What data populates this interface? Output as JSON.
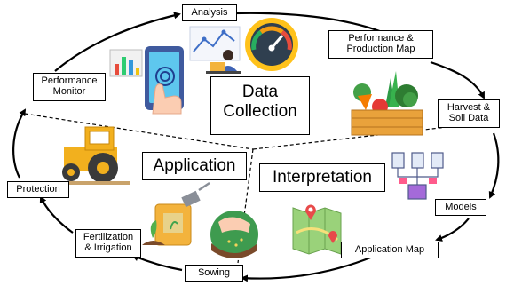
{
  "phases": {
    "data_collection": [
      "Data",
      "Collection"
    ],
    "application": "Application",
    "interpretation": "Interpretation"
  },
  "steps": {
    "analysis": "Analysis",
    "performance_production_map": [
      "Performance &",
      "Production Map"
    ],
    "harvest_soil_data": [
      "Harvest &",
      "Soil Data"
    ],
    "models": "Models",
    "application_map": "Application Map",
    "sowing": "Sowing",
    "fertilization_irrigation": [
      "Fertilization",
      "& Irrigation"
    ],
    "protection": "Protection",
    "performance_monitor": [
      "Performance",
      "Monitor"
    ]
  },
  "icons": [
    "tablet-touch-icon",
    "bar-chart-icon",
    "line-chart-icon",
    "analyst-laptop-icon",
    "gauge-icon",
    "vegetable-crate-icon",
    "flowchart-icon",
    "folded-map-icon",
    "tractor-icon",
    "fertilizer-watering-icon",
    "seeding-hand-icon"
  ]
}
